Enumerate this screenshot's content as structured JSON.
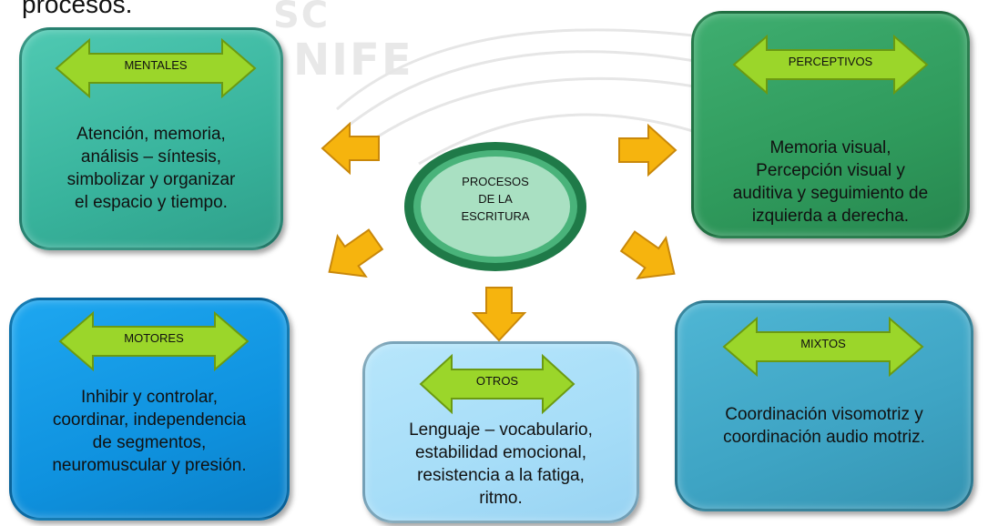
{
  "header": "procesos.",
  "watermark": {
    "line1": "SC",
    "line2": "NIFE"
  },
  "center": {
    "lines": [
      "PROCESOS",
      "DE LA",
      "ESCRITURA"
    ]
  },
  "boxes": {
    "mentales": {
      "label": "MENTALES",
      "lines": [
        "Atención, memoria,",
        "análisis – síntesis,",
        "simbolizar y organizar",
        "el espacio y tiempo."
      ]
    },
    "perceptivos": {
      "label": "PERCEPTIVOS",
      "lines": [
        "Memoria visual,",
        "Percepción visual y",
        "auditiva y seguimiento de",
        "izquierda a derecha."
      ]
    },
    "motores": {
      "label": "MOTORES",
      "lines": [
        "Inhibir y controlar,",
        "coordinar, independencia",
        "de segmentos,",
        "neuromuscular y presión."
      ]
    },
    "otros": {
      "label": "OTROS",
      "lines": [
        "Lenguaje – vocabulario,",
        "estabilidad emocional,",
        "resistencia a la fatiga,",
        "ritmo."
      ]
    },
    "mixtos": {
      "label": "MIXTOS",
      "lines": [
        "Coordinación visomotriz y",
        "coordinación audio motriz."
      ]
    }
  },
  "colors": {
    "mentales": "#38b39c",
    "perceptivos": "#2f9a5c",
    "motores": "#0f92df",
    "otros": "#a6ddf8",
    "mixtos": "#3ea4c4",
    "double_arrow": "#9bd62a",
    "connector_arrow": "#f6b40e",
    "center_fill": "#a9e0c2",
    "center_ring": "#1f7a48"
  }
}
